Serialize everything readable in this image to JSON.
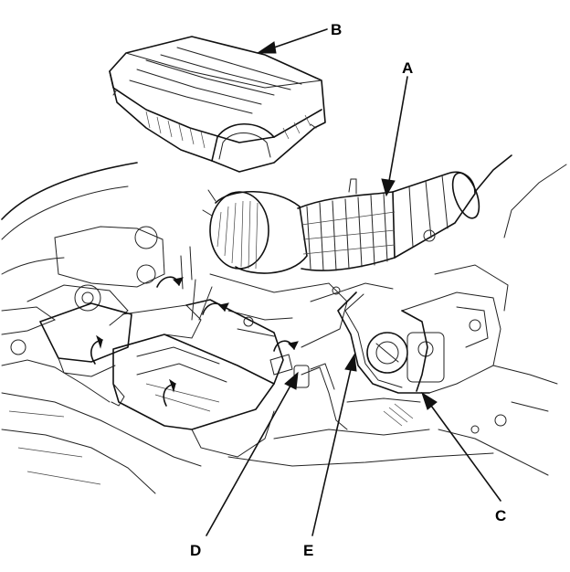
{
  "diagram": {
    "colors": {
      "ink": "#111111",
      "paper": "#ffffff"
    },
    "callouts": {
      "a": "A",
      "b": "B",
      "c": "C",
      "d": "D",
      "e": "E"
    }
  }
}
